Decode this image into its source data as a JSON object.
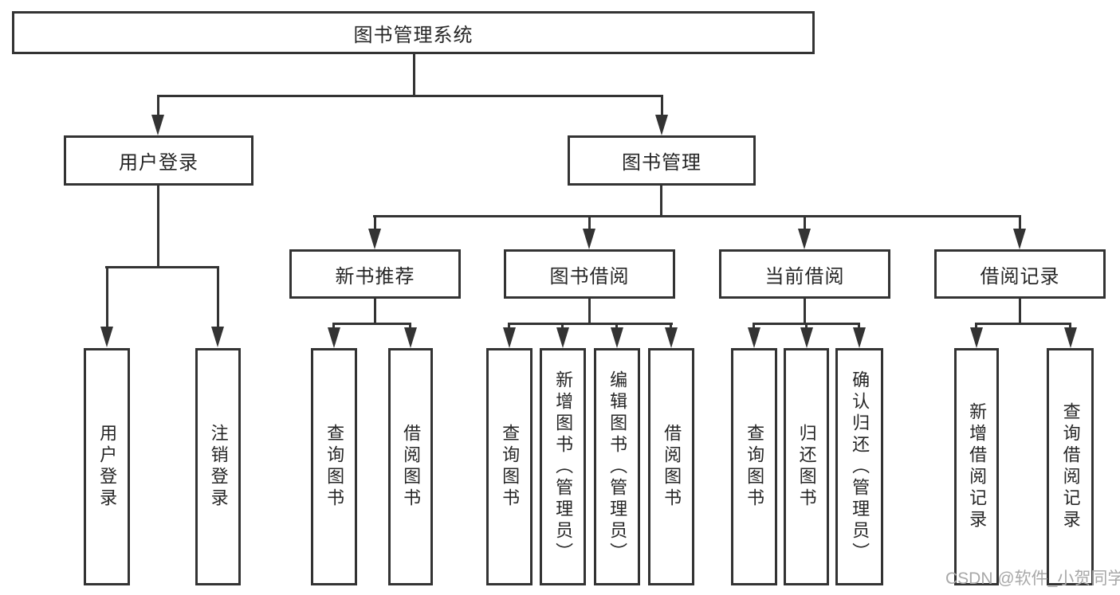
{
  "colors": {
    "line": "#333333",
    "text": "#262626",
    "watermark": "#a8a8a8",
    "bg": "#ffffff"
  },
  "tree": {
    "root": "图书管理系统",
    "level2": [
      "用户登录",
      "图书管理"
    ],
    "level3": [
      "新书推荐",
      "图书借阅",
      "当前借阅",
      "借阅记录"
    ],
    "leaves": {
      "user_login": [
        "用户登录",
        "注销登录"
      ],
      "new_book": [
        "查询图书",
        "借阅图书"
      ],
      "book_borrow": [
        "查询图书",
        "新增图书（管理员）",
        "编辑图书（管理员）",
        "借阅图书"
      ],
      "current_borrow": [
        "查询图书",
        "归还图书",
        "确认归还（管理员）"
      ],
      "borrow_records": [
        "新增借阅记录",
        "查询借阅记录"
      ]
    }
  },
  "watermark": "CSDN @软件_小贺同学"
}
